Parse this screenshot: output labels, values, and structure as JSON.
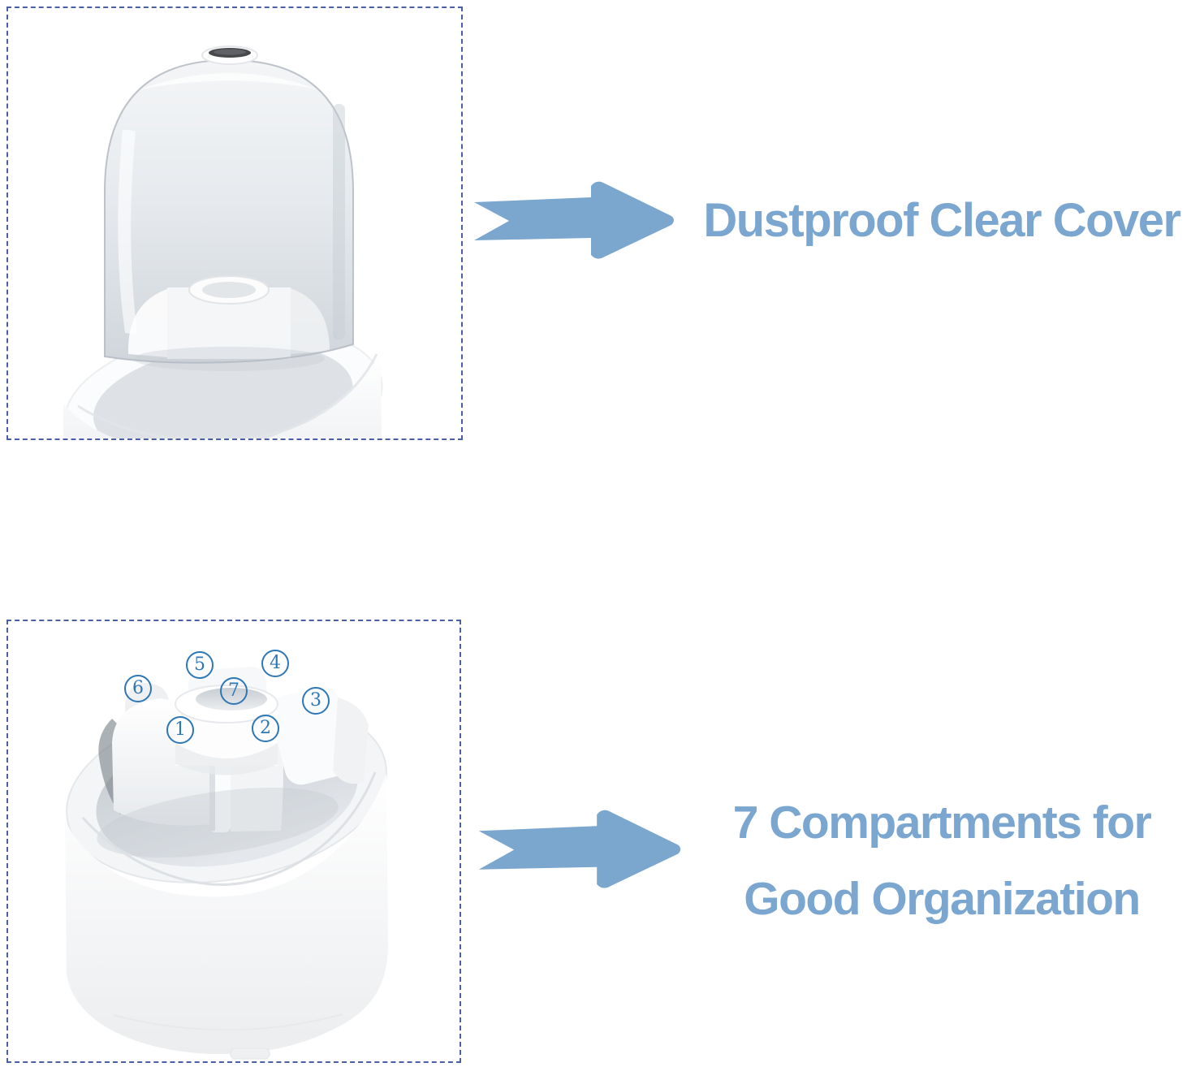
{
  "colors": {
    "caption_blue": "#7aa6d0",
    "arrow_blue": "#7ba6ce",
    "marker_blue": "#2e77b5",
    "dashed_border_blue": "#4a5fa5",
    "background": "#ffffff"
  },
  "icons": [
    {
      "name": "arrow-right-icon",
      "shape": "notched-tail right arrow",
      "count": 2
    }
  ],
  "top_section": {
    "caption": "Dustproof Clear Cover"
  },
  "bottom_section": {
    "caption_line1": "7 Compartments for",
    "caption_line2": "Good Organization",
    "markers": [
      {
        "label": "1"
      },
      {
        "label": "2"
      },
      {
        "label": "3"
      },
      {
        "label": "4"
      },
      {
        "label": "5"
      },
      {
        "label": "6"
      },
      {
        "label": "7"
      }
    ]
  }
}
